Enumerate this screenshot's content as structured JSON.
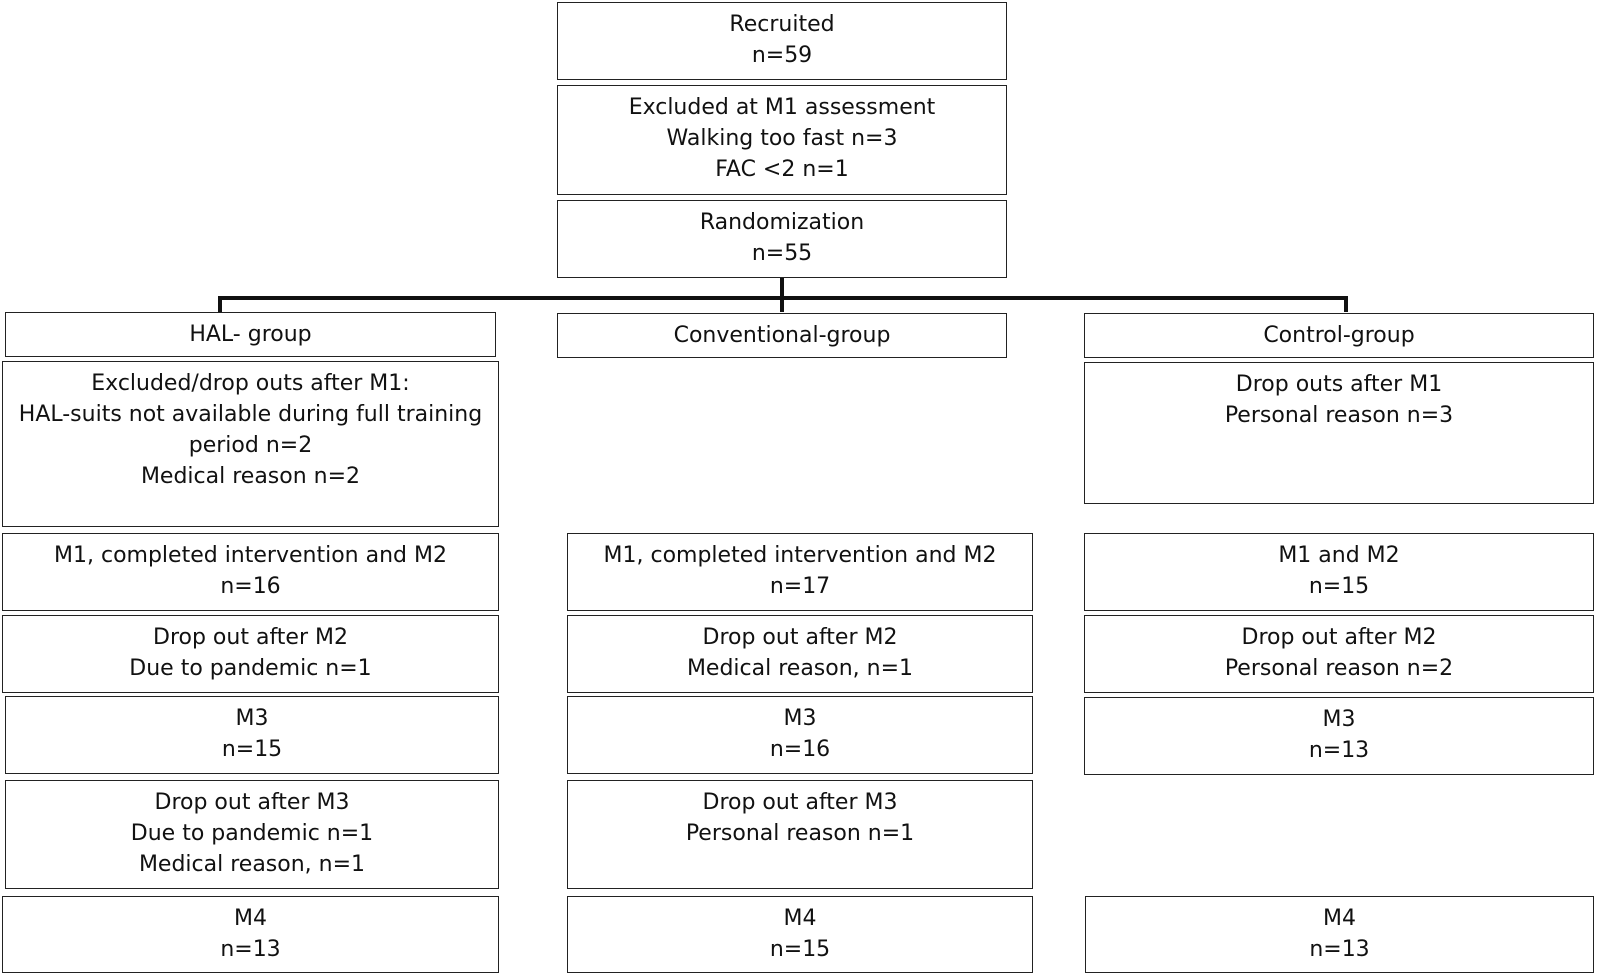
{
  "flow": {
    "recruited": [
      "Recruited",
      "n=59"
    ],
    "excluded_m1": [
      "Excluded at M1 assessment",
      "Walking too fast n=3",
      "FAC <2 n=1"
    ],
    "randomization": [
      "Randomization",
      "n=55"
    ]
  },
  "groups": [
    {
      "label": "HAL- group",
      "boxes": [
        [
          "Excluded/drop outs after M1:",
          "HAL-suits not available during full training",
          "period n=2",
          "Medical reason n=2"
        ],
        [
          "M1, completed intervention and M2",
          "n=16"
        ],
        [
          "Drop out after M2",
          "Due to pandemic n=1"
        ],
        [
          "M3",
          "n=15"
        ],
        [
          "Drop out after M3",
          "Due to pandemic n=1",
          "Medical reason, n=1"
        ],
        [
          "M4",
          "n=13"
        ]
      ]
    },
    {
      "label": "Conventional-group",
      "boxes": [
        [
          "M1, completed intervention and M2",
          "n=17"
        ],
        [
          "Drop out after M2",
          "Medical reason, n=1"
        ],
        [
          "M3",
          "n=16"
        ],
        [
          "Drop out after M3",
          "Personal reason n=1"
        ],
        [
          "M4",
          "n=15"
        ]
      ]
    },
    {
      "label": "Control-group",
      "boxes": [
        [
          "Drop outs after M1",
          "Personal reason n=3"
        ],
        [
          "M1 and M2",
          "n=15"
        ],
        [
          "Drop out after M2",
          "Personal reason n=2"
        ],
        [
          "M3",
          "n=13"
        ],
        [
          "M4",
          "n=13"
        ]
      ]
    }
  ]
}
